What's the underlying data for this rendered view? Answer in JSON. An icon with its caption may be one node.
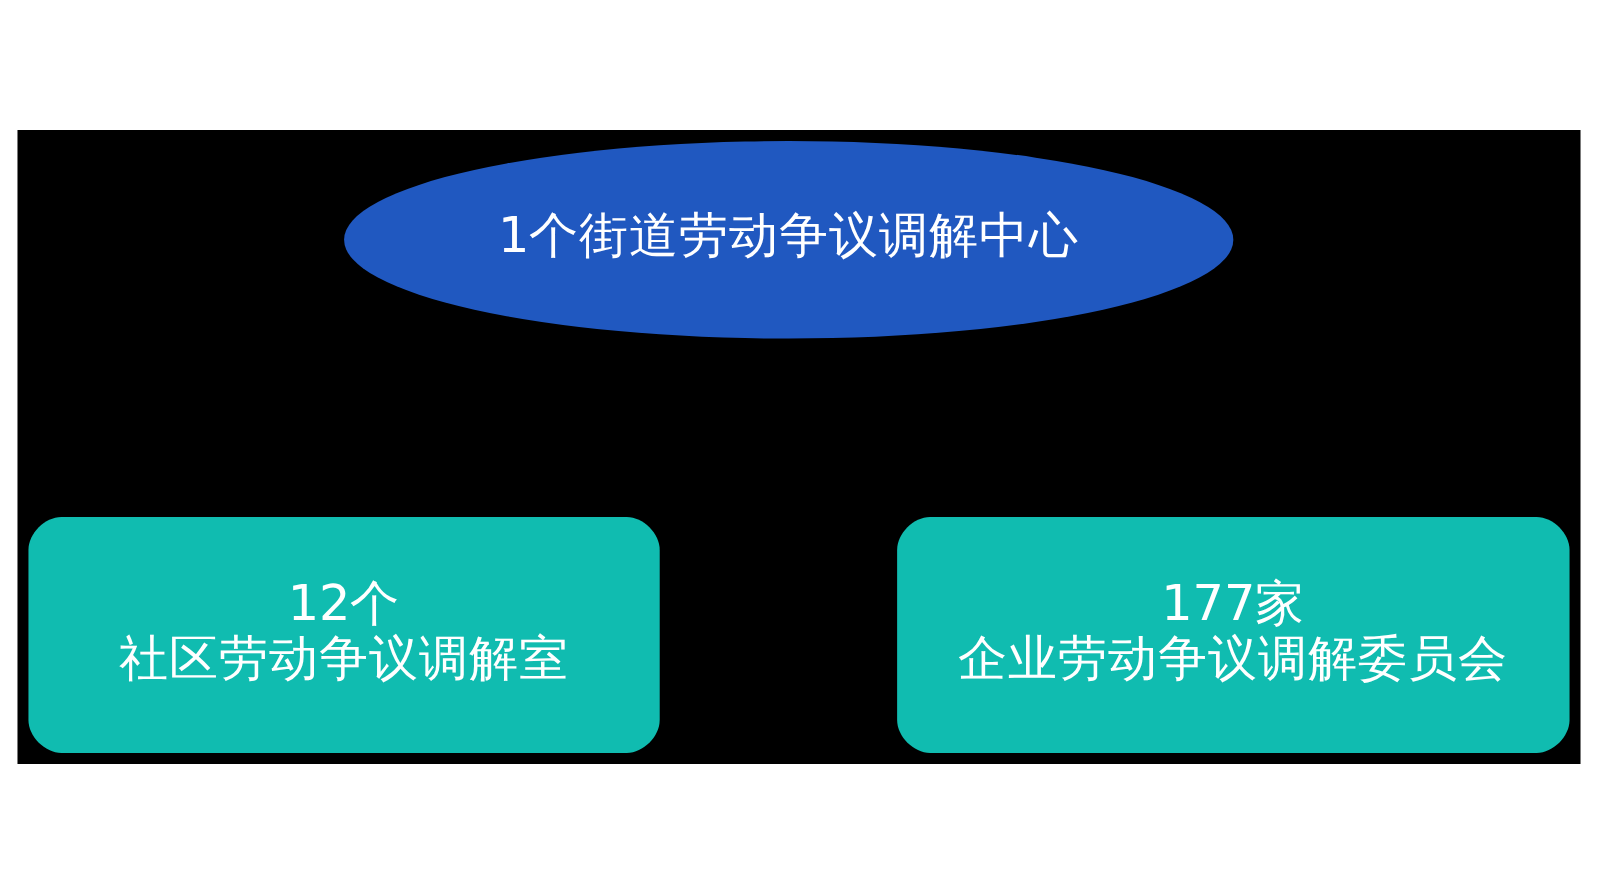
{
  "diagram": {
    "nodes": [
      {
        "text": [
          "1个街道劳动争议调解中心"
        ]
      },
      {
        "text": [
          "12个",
          "社区劳动争议调解室"
        ]
      },
      {
        "text": [
          "177家",
          "企业劳动争议调解委员会"
        ]
      }
    ]
  }
}
